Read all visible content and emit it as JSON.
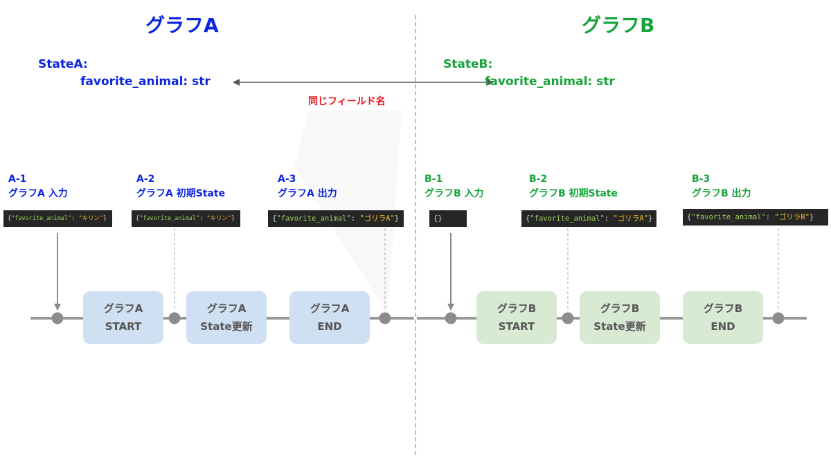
{
  "graphA": {
    "title": "グラフA",
    "state_name": "StateA:",
    "state_field": "favorite_animal: str",
    "steps": [
      {
        "id": "A-1",
        "label": "グラフA 入力",
        "json_key": "\"favorite_animal\"",
        "json_value": "\"キリン\""
      },
      {
        "id": "A-2",
        "label": "グラフA 初期State",
        "json_key": "\"favorite_animal\"",
        "json_value": "\"キリン\""
      },
      {
        "id": "A-3",
        "label": "グラフA 出力",
        "json_key": "\"favorite_animal\"",
        "json_value": "\"ゴリラA\""
      }
    ],
    "nodes": [
      {
        "line1": "グラフA",
        "line2": "START"
      },
      {
        "line1": "グラフA",
        "line2": "State更新"
      },
      {
        "line1": "グラフA",
        "line2": "END"
      }
    ]
  },
  "graphB": {
    "title": "グラフB",
    "state_name": "StateB:",
    "state_field": "favorite_animal: str",
    "steps": [
      {
        "id": "B-1",
        "label": "グラフB 入力",
        "json_text": "{}"
      },
      {
        "id": "B-2",
        "label": "グラフB 初期State",
        "json_key": "\"favorite_animal\"",
        "json_value": "\"ゴリラA\""
      },
      {
        "id": "B-3",
        "label": "グラフB 出力",
        "json_key": "\"favorite_animal\"",
        "json_value": "\"ゴリラB\""
      }
    ],
    "nodes": [
      {
        "line1": "グラフB",
        "line2": "START"
      },
      {
        "line1": "グラフB",
        "line2": "State更新"
      },
      {
        "line1": "グラフB",
        "line2": "END"
      }
    ]
  },
  "annotation": {
    "same_field": "同じフィールド名"
  },
  "colors": {
    "graphA": "#0b24e0",
    "graphB": "#16a43a",
    "annotation": "#e8141a"
  }
}
